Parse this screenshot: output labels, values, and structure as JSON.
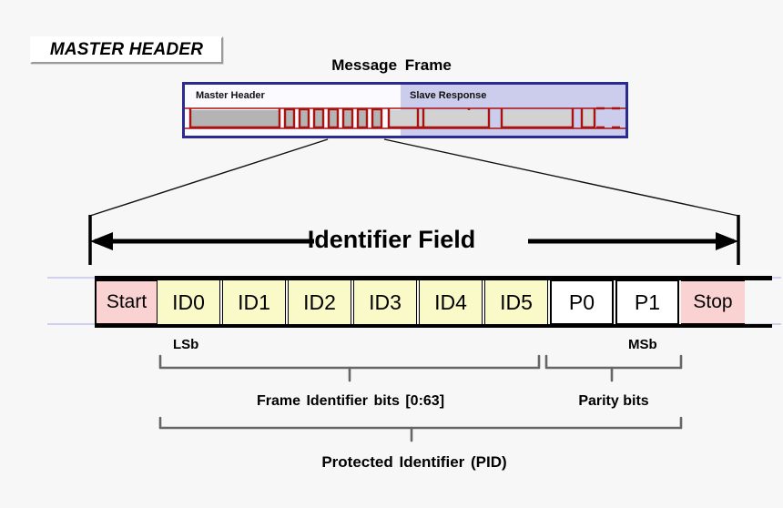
{
  "badge": {
    "label": "MASTER HEADER"
  },
  "message_frame": {
    "title": "Message Frame",
    "master_header_label": "Master Header",
    "slave_response_label": "Slave Response",
    "border_color": "#2b2b8f",
    "master_bg": "#fbfbff",
    "slave_bg": "#ccccec",
    "wave_stroke": "#aa1111",
    "wave_fill": "#b4b4b4"
  },
  "identifier_field": {
    "label": "Identifier Field"
  },
  "bit_row": {
    "start": {
      "label": "Start",
      "color": "#fad2d2"
    },
    "stop": {
      "label": "Stop",
      "color": "#fad2d2"
    },
    "id_color": "#fafac8",
    "parity_color": "#ffffff",
    "id_bits": [
      {
        "label": "ID0"
      },
      {
        "label": "ID1"
      },
      {
        "label": "ID2"
      },
      {
        "label": "ID3"
      },
      {
        "label": "ID4"
      },
      {
        "label": "ID5"
      }
    ],
    "parity_bits": [
      {
        "label": "P0"
      },
      {
        "label": "P1"
      }
    ]
  },
  "annotations": {
    "lsb": "LSb",
    "msb": "MSb",
    "frame_identifier": "Frame Identifier bits [0:63]",
    "parity": "Parity bits",
    "pid": "Protected Identifier (PID)",
    "bracket_color": "#666666"
  }
}
